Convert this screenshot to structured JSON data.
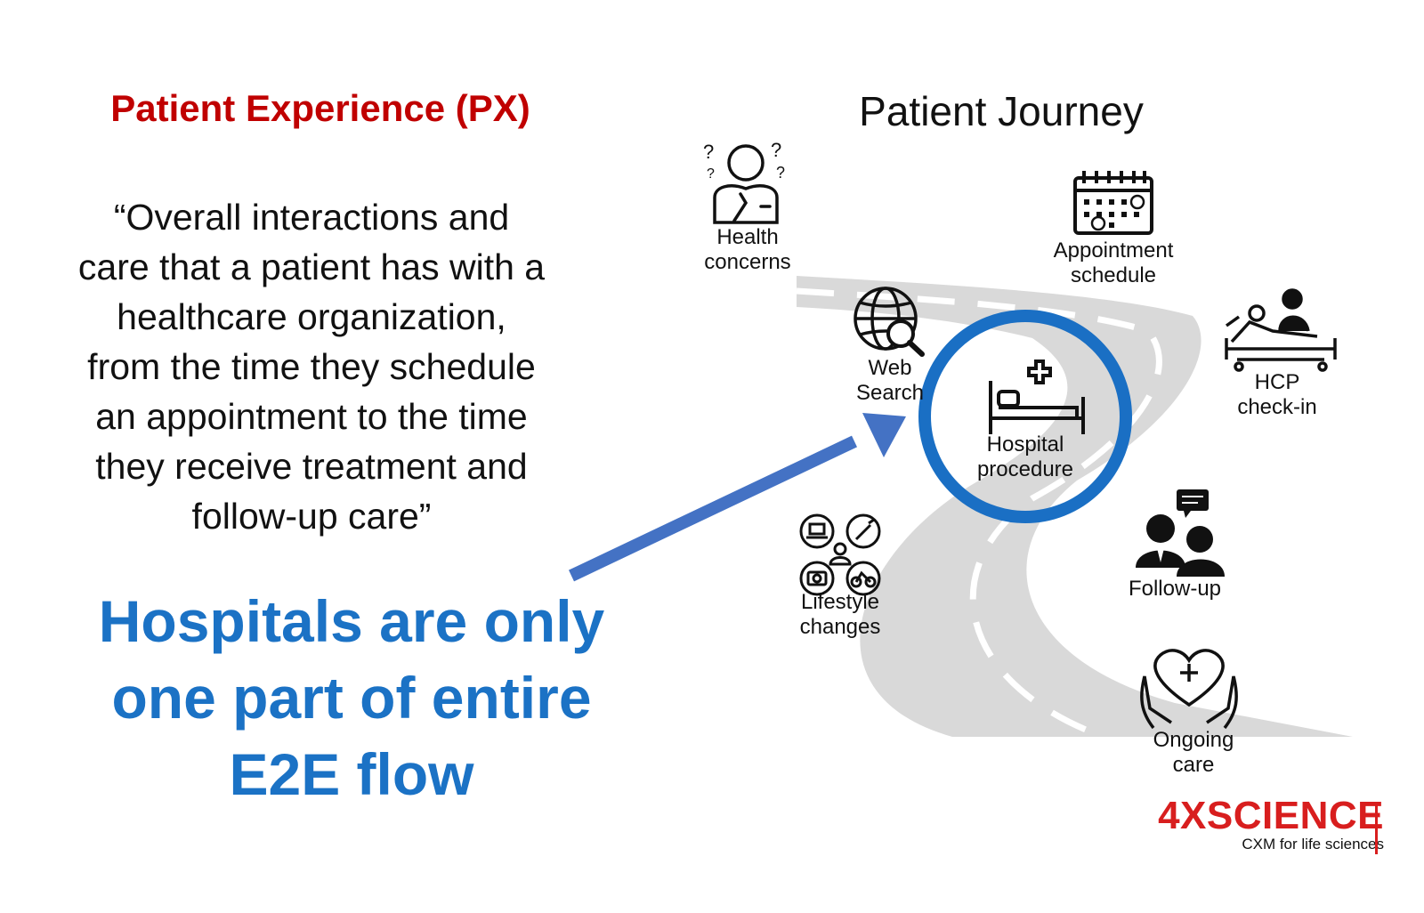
{
  "left_panel": {
    "title": "Patient Experience (PX)",
    "quote_lines": [
      "“Overall interactions and",
      "care that a patient has with a",
      "healthcare organization,",
      "from the time they schedule",
      "an appointment to the time",
      "they receive treatment and",
      "follow-up care”"
    ],
    "headline_lines": [
      "Hospitals are only",
      "one part of entire",
      "E2E flow"
    ]
  },
  "journey": {
    "title": "Patient Journey",
    "steps": {
      "health_concerns": {
        "line1": "Health",
        "line2": "concerns",
        "icon": "thinking-person-icon"
      },
      "appointment": {
        "line1": "Appointment",
        "line2": "schedule",
        "icon": "calendar-icon"
      },
      "web_search": {
        "line1": "Web",
        "line2": "Search",
        "icon": "globe-search-icon"
      },
      "hcp_checkin": {
        "line1": "HCP",
        "line2": "check-in",
        "icon": "doctor-patient-bed-icon"
      },
      "hospital": {
        "line1": "Hospital",
        "line2": "procedure",
        "icon": "hospital-bed-icon"
      },
      "lifestyle": {
        "line1": "Lifestyle",
        "line2": "changes",
        "icon": "lifestyle-icon"
      },
      "followup": {
        "line1": "Follow-up",
        "icon": "two-people-chat-icon"
      },
      "ongoing": {
        "line1": "Ongoing",
        "line2": "care",
        "icon": "hands-heart-icon"
      }
    }
  },
  "brand": {
    "name": "4XSCIENCE",
    "tagline": "CXM for life sciences"
  },
  "colors": {
    "title_red": "#c00000",
    "headline_blue": "#1b72c5",
    "highlight_ring": "#1a6fc4",
    "arrow": "#4472c4",
    "road": "#d9d9d9",
    "brand_red": "#d81e1e"
  }
}
